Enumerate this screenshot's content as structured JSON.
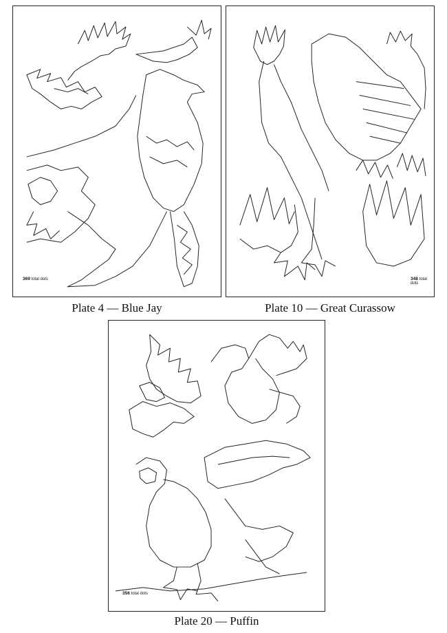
{
  "plates": [
    {
      "caption": "Plate 4 — Blue Jay",
      "dot_count": "369",
      "dots_label": "total dots"
    },
    {
      "caption": "Plate 10 — Great Curassow",
      "dot_count": "348",
      "dots_label": "total dots"
    },
    {
      "caption": "Plate 20 — Puffin",
      "dot_count": "356",
      "dots_label": "total dots"
    }
  ]
}
